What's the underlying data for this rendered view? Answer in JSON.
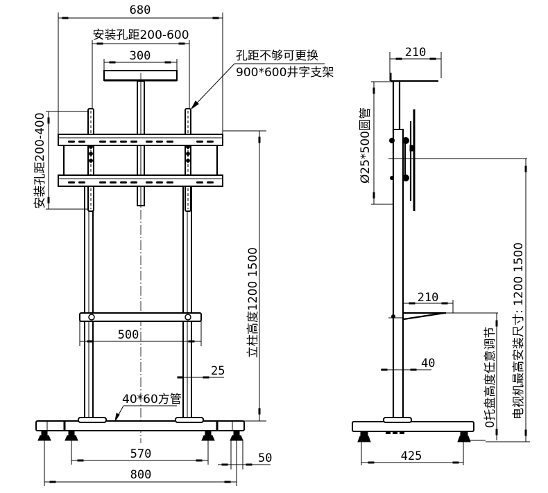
{
  "drawing": {
    "title": "TV floor stand dimension drawing",
    "views": [
      "front-view",
      "side-view"
    ],
    "front_view": {
      "overall_bracket_width": "680",
      "mount_hole_spacing_h": "安装孔距200-600",
      "top_tray_width": "300",
      "note_line1": "孔距不够可更换",
      "note_line2": "900*600井字支架",
      "mount_hole_spacing_v": "安装孔距200-400",
      "column_height": "立柱高度1200 1500",
      "middle_shelf_width": "500",
      "tube_offset": "25",
      "square_tube": "40*60方管",
      "foot_spacing": "570",
      "base_width": "800",
      "foot_width": "50"
    },
    "side_view": {
      "top_tray_depth": "210",
      "round_tube": "Ø25*500圆管",
      "shelf_depth": "210",
      "column_width": "40",
      "tray_height_note": "0托盘高度任意调节",
      "tv_mount_height_note": "电视机最高安装尺寸: 1200 1500",
      "base_depth": "425"
    }
  }
}
